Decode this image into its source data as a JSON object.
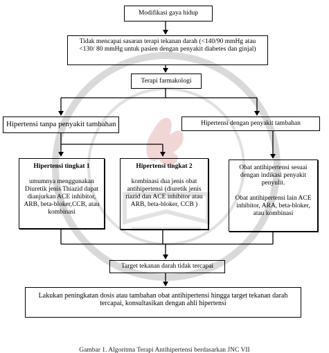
{
  "diagram": {
    "nodes": {
      "modifikasi": "Modifikasi gaya hidup",
      "tidak_mencapai": "Tidak mencapai sasaran terapi tekanan darah (<140/90 mmHg atau <130/ 80 mmHg untuk pasien dengan penyakit diabetes dan ginjal)",
      "terapi_farmakologi": "Terapi farmakologi",
      "tanpa_penyakit": "Hipertensi tanpa penyakit tambahan",
      "dengan_penyakit": "Hipertensi dengan penyakit tambahan",
      "tingkat1_title": "Hipertensi tingkat 1",
      "tingkat1_body": "umumnya menggunakan Diuretik jenis Thiazid dapat dianjurkan ACE inhibitor, ARB, beta-bloker,CCB, atau kombinasi",
      "tingkat2_title": "Hipertensi tingkat 2",
      "tingkat2_body": "kombinasi dua jenis obat antihipertensi (diuretik jenis tiazid dan ACE inhibitor atau ARB, beta-bloker, CCB )",
      "obat_sesuai": "Obat antihipertensi sesuai dengan indikasi penyakit penyulit.",
      "obat_lain": "Obat antihipertensi lain ACE inhibitor, ARA, beta-bloker, atau kombinasi",
      "target_tidak": "Target tekanan darah tidak tercapai",
      "lakukan": "Lakukan peningkatan dosis atau tambahan obat antihipertensi hingga target tekanan darah tercapai, konsultasikan dengan ahli hipertensi"
    },
    "caption": "Gambar 1. Algoritma Terapi Antihipertensi berdasarkan JNC VII"
  },
  "colors": {
    "line": "#000000",
    "watermark": "#cfcfcf"
  }
}
